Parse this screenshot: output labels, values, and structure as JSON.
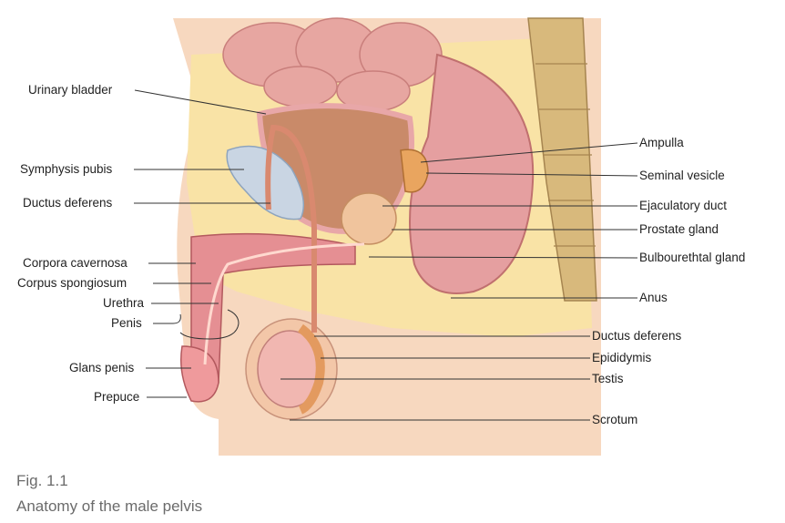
{
  "figure": {
    "left_labels": [
      "Urinary bladder",
      "Symphysis pubis",
      "Ductus deferens",
      "Corpora cavernosa",
      "Corpus spongiosum",
      "Urethra",
      "Penis",
      "Glans penis",
      "Prepuce"
    ],
    "right_labels": [
      "Ampulla",
      "Seminal vesicle",
      "Ejaculatory duct",
      "Prostate gland",
      "Bulbourethtal gland",
      "Anus",
      "Ductus deferens",
      "Epididymis",
      "Testis",
      "Scrotum"
    ]
  },
  "caption": {
    "number": "Fig. 1.1",
    "title": "Anatomy of the male pelvis"
  },
  "colors": {
    "skin": "#f6c9a9",
    "fat": "#f9e3a6",
    "bladder": "#c98a69",
    "bladder_outline": "#e8a7a8",
    "bone": "#dbe4ee",
    "penis_tissue": "#e58f93",
    "rectum": "#e59fa0",
    "intestine": "#e7a6a1",
    "spine": "#d8b97c",
    "leader": "#333333"
  }
}
